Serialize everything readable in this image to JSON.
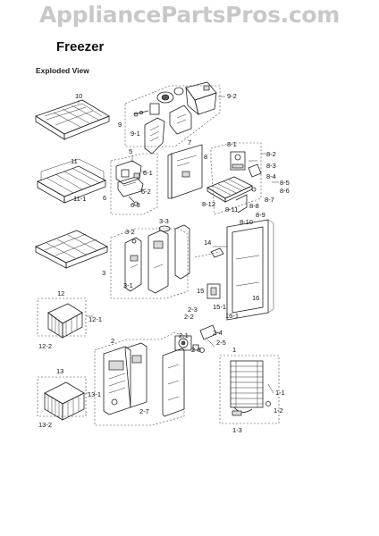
{
  "header": {
    "watermark": "AppliancePartsPros.com",
    "title": "Freezer",
    "subtitle": "Exploded View"
  },
  "callouts": {
    "c10": "10",
    "c9": "9",
    "c9_1": "9-1",
    "c9_2": "9-2",
    "c11": "11",
    "c11_1": "11-1",
    "c5": "5",
    "c6": "6",
    "c6_1": "6-1",
    "c6_2": "6-2",
    "c6_3": "6-3",
    "c7": "7",
    "c8": "8",
    "c8_1": "8-1",
    "c8_2": "8-2",
    "c8_3": "8-3",
    "c8_4": "8-4",
    "c8_5": "8-5",
    "c8_6": "8-6",
    "c8_7": "8-7",
    "c8_8": "8-8",
    "c8_9": "8-9",
    "c8_10": "8-10",
    "c8_11": "8-11",
    "c8_12": "8-12",
    "c3": "3",
    "c3_1": "3-1",
    "c3_2": "3-2",
    "c3_3": "3-3",
    "c14": "14",
    "c15": "15",
    "c15_1": "15-1",
    "c16": "16",
    "c16_1": "16-1",
    "c12": "12",
    "c12_1": "12-1",
    "c12_2": "12-2",
    "c2": "2",
    "c2_1": "2-1",
    "c2_2": "2-2",
    "c2_3": "2-3",
    "c2_4": "2-4",
    "c2_5": "2-5",
    "c2_6": "2-6",
    "c2_7": "2-7",
    "c1": "1",
    "c1_1": "1-1",
    "c1_2": "1-2",
    "c1_3": "1-3",
    "c13": "13",
    "c13_1": "13-1",
    "c13_2": "13-2"
  }
}
